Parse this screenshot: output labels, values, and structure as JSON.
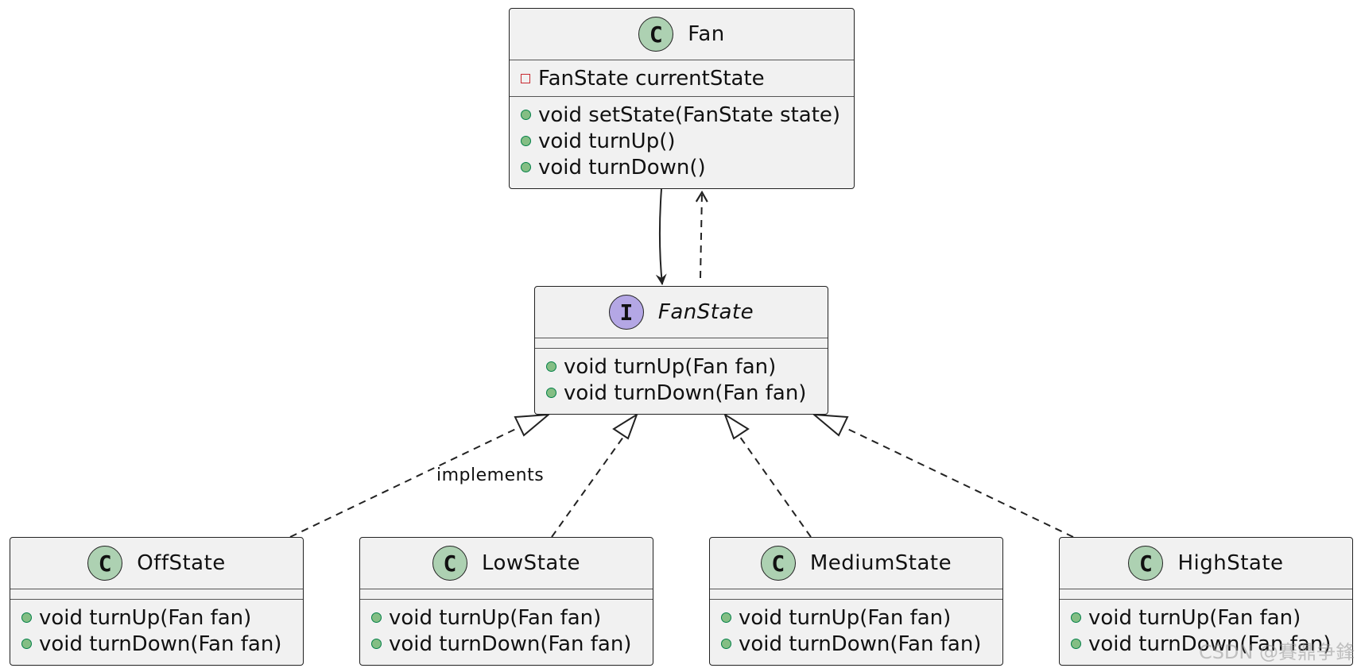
{
  "classes": {
    "fan": {
      "badge": "C",
      "name": "Fan",
      "fields": [
        {
          "visibility": "private",
          "text": "FanState currentState"
        }
      ],
      "methods": [
        {
          "visibility": "public",
          "text": "void setState(FanState state)"
        },
        {
          "visibility": "public",
          "text": "void turnUp()"
        },
        {
          "visibility": "public",
          "text": "void turnDown()"
        }
      ]
    },
    "fanstate": {
      "badge": "I",
      "name": "FanState",
      "methods": [
        {
          "visibility": "public",
          "text": "void turnUp(Fan fan)"
        },
        {
          "visibility": "public",
          "text": "void turnDown(Fan fan)"
        }
      ]
    },
    "offstate": {
      "badge": "C",
      "name": "OffState",
      "methods": [
        {
          "visibility": "public",
          "text": "void turnUp(Fan fan)"
        },
        {
          "visibility": "public",
          "text": "void turnDown(Fan fan)"
        }
      ]
    },
    "lowstate": {
      "badge": "C",
      "name": "LowState",
      "methods": [
        {
          "visibility": "public",
          "text": "void turnUp(Fan fan)"
        },
        {
          "visibility": "public",
          "text": "void turnDown(Fan fan)"
        }
      ]
    },
    "mediumstate": {
      "badge": "C",
      "name": "MediumState",
      "methods": [
        {
          "visibility": "public",
          "text": "void turnUp(Fan fan)"
        },
        {
          "visibility": "public",
          "text": "void turnDown(Fan fan)"
        }
      ]
    },
    "highstate": {
      "badge": "C",
      "name": "HighState",
      "methods": [
        {
          "visibility": "public",
          "text": "void turnUp(Fan fan)"
        },
        {
          "visibility": "public",
          "text": "void turnDown(Fan fan)"
        }
      ]
    }
  },
  "edges": {
    "implements_label": "implements"
  },
  "watermark": "CSDN @賽鼎争鋒"
}
